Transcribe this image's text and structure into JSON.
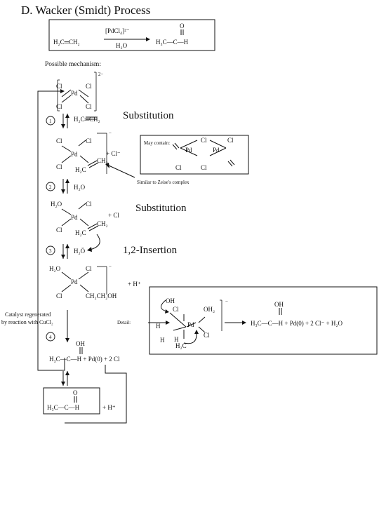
{
  "title": "D.  Wacker (Smidt) Process",
  "overall": {
    "reactant": "H₂C═CH₂",
    "catalyst_top": "[PdCl₄]²⁻",
    "catalyst_bottom": "H₂O",
    "product_top": "O",
    "product": "H₃C—C—H"
  },
  "possible_mechanism": "Possible mechanism:",
  "step_numbers": [
    "1",
    "2",
    "3",
    "4"
  ],
  "annotations": {
    "substitution_1": "Substitution",
    "substitution_2": "Substitution",
    "insertion": "1,2-Insertion"
  },
  "side_notes": {
    "may_contain": "May contain:",
    "zeise": "Similar to Zeise's complex",
    "detail": "Detail:",
    "catalyst_regen_1": "Catalyst regenerated",
    "catalyst_regen_2": "by reaction with CuCl₂"
  },
  "reagents": {
    "ethylene": "H₂C═CH₂",
    "chloride_out": "+ Cl⁻",
    "water": "H₂O",
    "chloride_out_2": "+ Cl",
    "water_attack": "H₂Ö",
    "proton_out": "+ H⁺",
    "enol": "H₃C—C—H + Pd(0) + 2 Cl",
    "final_product": "H₃C—C—H",
    "final_h": "+ H⁺",
    "detail_product": "H₃C—C—H + Pd(0) + 2 Cl⁻ + H₂O"
  },
  "atoms": {
    "pd": "Pd",
    "cl": "Cl",
    "o": "O",
    "oh": "OH",
    "oh2": "OH₂",
    "h2o": "H₂O",
    "ch2": "CH₂",
    "h2c": "H₂C",
    "ch2ch2oh": "CH₂CH₂OH",
    "h": "H",
    "charge2": "2−",
    "charge1": "−"
  }
}
